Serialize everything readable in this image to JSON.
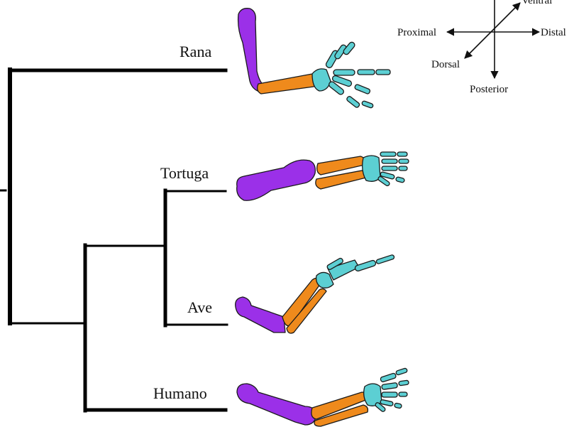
{
  "taxa": {
    "rana": "Rana",
    "tortuga": "Tortuga",
    "ave": "Ave",
    "humano": "Humano"
  },
  "axes": {
    "ventral": "Ventral",
    "proximal": "Proximal",
    "distal": "Distal",
    "dorsal": "Dorsal",
    "posterior": "Posterior"
  },
  "colors": {
    "humerus": "#9b30e8",
    "forearm": "#ef8a1c",
    "hand": "#5ccfd3",
    "outline": "#1a1a1a",
    "branches": "#000000"
  }
}
